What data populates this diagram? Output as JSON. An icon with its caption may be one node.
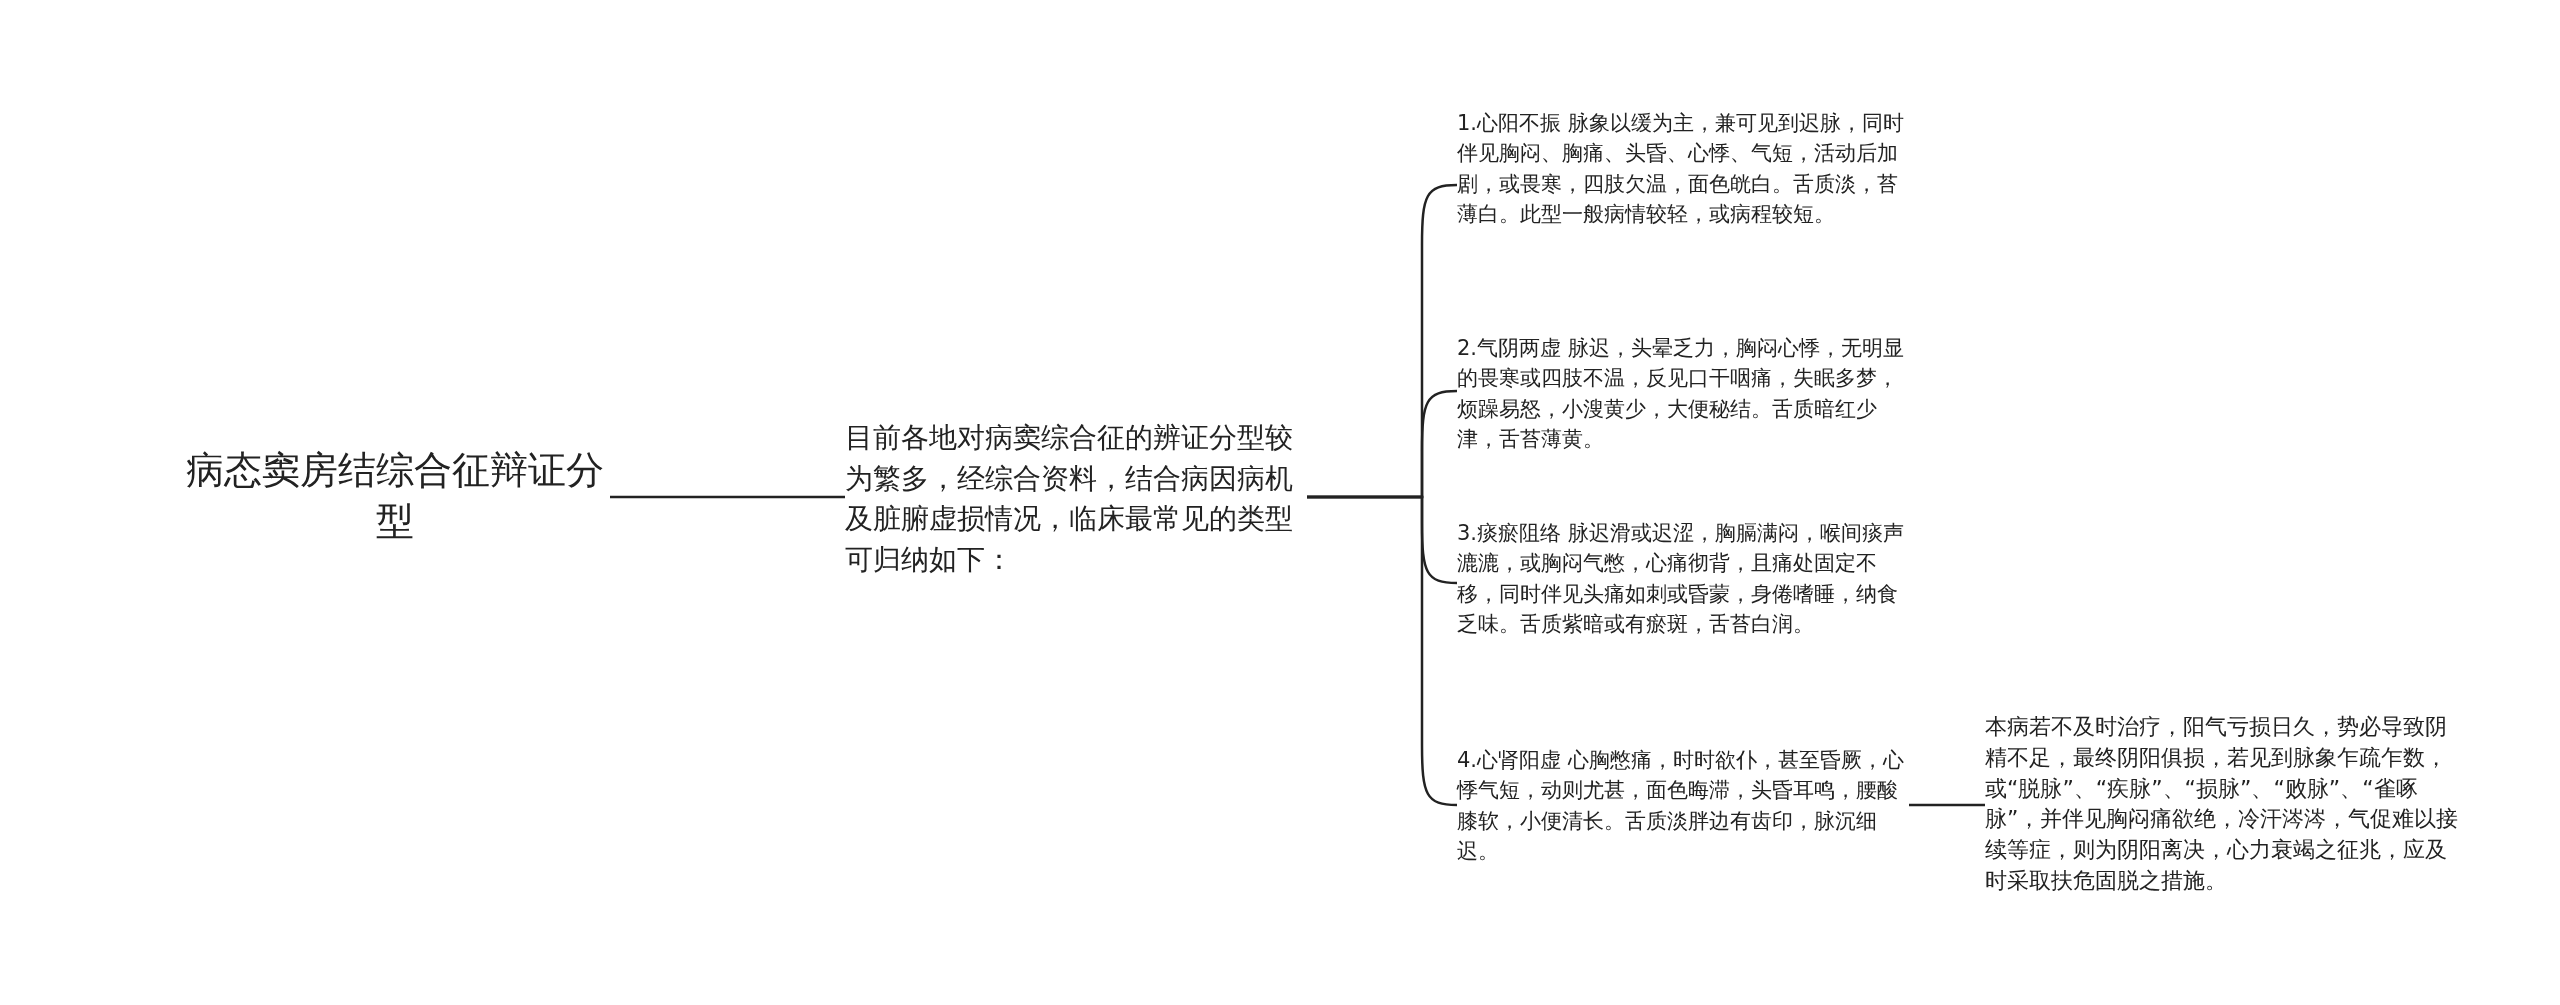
{
  "diagram": {
    "nodes": [
      {
        "text": [
          "病态窦房结综合征辩证分型"
        ]
      },
      {
        "text": [
          "目前各地对病窦综合征的辨证分型较为繁多，经综合资料，结合病因病机及脏腑虚损情况，临床最常见的类型可归纳如下："
        ]
      },
      {
        "text": [
          "1.心阳不振 脉象以缓为主，兼可见到迟脉，同时伴见胸闷、胸痛、头昏、心悸、气短，活动后加剧，或畏寒，四肢欠温，面色㿠白。舌质淡，苔薄白。此型一般病情较轻，或病程较短。"
        ]
      },
      {
        "text": [
          "2.气阴两虚 脉迟，头晕乏力，胸闷心悸，无明显的畏寒或四肢不温，反见口干咽痛，失眠多梦，烦躁易怒，小溲黄少，大便秘结。舌质暗红少津，舌苔薄黄。"
        ]
      },
      {
        "text": [
          "3.痰瘀阻络 脉迟滑或迟涩，胸膈满闷，喉间痰声漉漉，或胸闷气憋，心痛彻背，且痛处固定不移，同时伴见头痛如刺或昏蒙，身倦嗜睡，纳食乏味。舌质紫暗或有瘀斑，舌苔白润。"
        ]
      },
      {
        "text": [
          "4.心肾阳虚 心胸憋痛，时时欲仆，甚至昏厥，心悸气短，动则尤甚，面色晦滞，头昏耳鸣，腰酸膝软，小便清长。舌质淡胖边有齿印，脉沉细迟。"
        ]
      },
      {
        "text": [
          "本病若不及时治疗，阳气亏损日久，势必导致阴精不足，最终阴阳俱损，若见到脉象乍疏乍数，或“脱脉”、“疾脉”、“损脉”、“败脉”、“雀啄脉”，并伴见胸闷痛欲绝，冷汗涔涔，气促难以接续等症，则为阴阳离决，心力衰竭之征兆，应及时采取扶危固脱之措施。"
        ]
      }
    ],
    "edges": [
      {
        "from": 0,
        "to": 1,
        "arrow": "none"
      },
      {
        "from": 1,
        "to": 2,
        "arrow": "none"
      },
      {
        "from": 1,
        "to": 3,
        "arrow": "none"
      },
      {
        "from": 1,
        "to": 4,
        "arrow": "none"
      },
      {
        "from": 1,
        "to": 5,
        "arrow": "none"
      },
      {
        "from": 5,
        "to": 6,
        "arrow": "none"
      }
    ]
  }
}
